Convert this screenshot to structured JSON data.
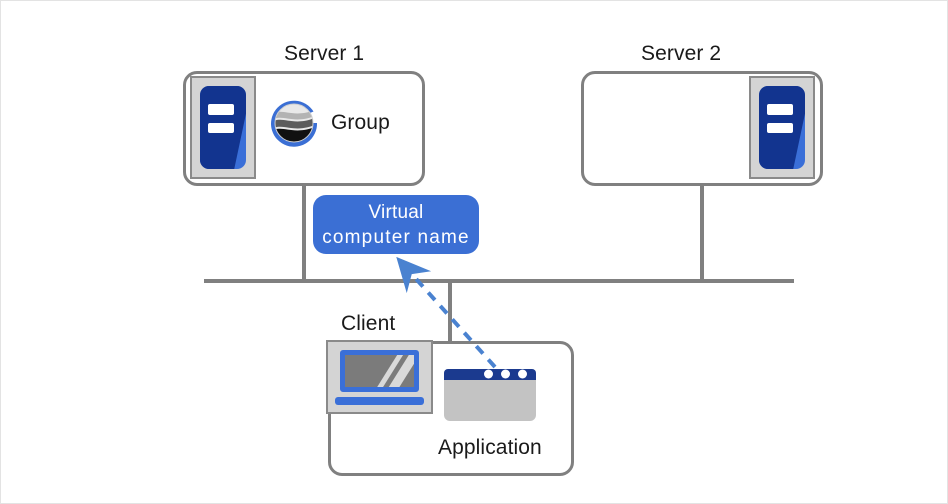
{
  "diagram": {
    "title": "Virtual computer name cluster diagram",
    "colors": {
      "box_border": "#808080",
      "line": "#808080",
      "badge_fill": "#3b6fd4",
      "badge_text": "#ffffff",
      "server_blue": "#3a6fd8",
      "server_blue_dark": "#12348f",
      "icon_tray": "#d4d4d4",
      "arrow": "#4a82d0",
      "text": "#1a1a1a",
      "app_titlebar": "#1b3a8f",
      "app_body": "#c3c3c3",
      "screen": "#7b7b7b"
    },
    "nodes": {
      "server1": {
        "label": "Server 1",
        "icon_name": "server-rack-icon",
        "contents": {
          "group_label": "Group",
          "group_icon_name": "group-globe-icon"
        }
      },
      "server2": {
        "label": "Server 2",
        "icon_name": "server-rack-icon"
      },
      "client": {
        "label": "Client",
        "icon_name": "laptop-computer-icon",
        "contents": {
          "application_label": "Application",
          "application_icon_name": "application-window-icon"
        }
      },
      "virtual_name_badge": {
        "line1": "Virtual",
        "line2": "computer  name"
      }
    },
    "connections": {
      "network_bus_name": "network-bus-line",
      "server1_drop_name": "server1-connector",
      "server2_drop_name": "server2-connector",
      "client_drop_name": "client-connector",
      "arrow_name": "application-to-virtual-name-arrow",
      "arrow_style": "dashed"
    }
  }
}
